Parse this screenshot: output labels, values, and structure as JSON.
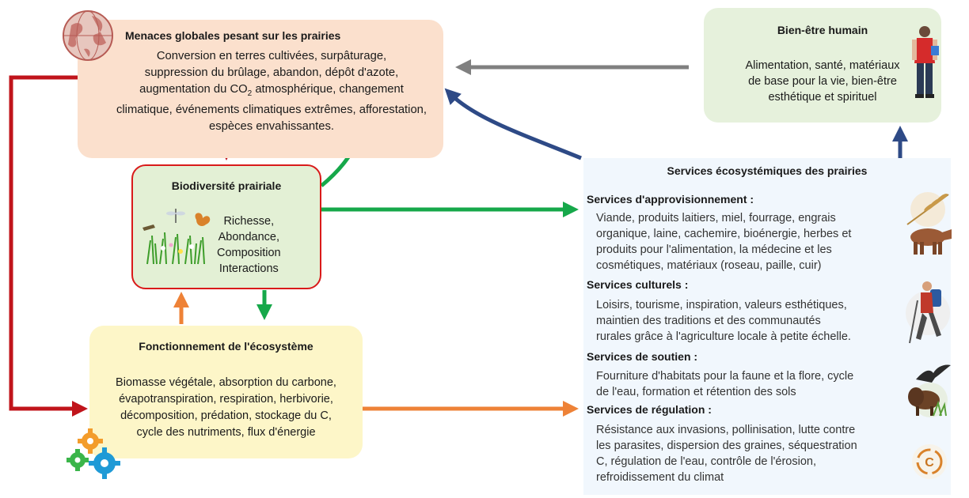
{
  "threats": {
    "title": "Menaces globales pesant sur les prairies",
    "lines": [
      "Conversion en terres cultivées, surpâturage,",
      "suppression du brûlage, abandon, dépôt d'azote,",
      "augmentation du CO",
      "2",
      " atmosphérique, changement",
      "climatique, événements climatiques extrêmes, afforestation,",
      "espèces envahissantes."
    ]
  },
  "wellbeing": {
    "title": "Bien-être humain",
    "lines": [
      "Alimentation, santé, matériaux",
      "de base pour la vie, bien-être",
      "esthétique et spirituel"
    ]
  },
  "biodiversity": {
    "title": "Biodiversité prairiale",
    "metrics": [
      "Richesse,",
      "Abondance,",
      "Composition",
      "Interactions"
    ]
  },
  "ecosystem_functioning": {
    "title": "Fonctionnement de l'écosystème",
    "lines": [
      "Biomasse végétale, absorption du carbone,",
      "évapotranspiration, respiration, herbivorie,",
      "décomposition, prédation, stockage du C,",
      "cycle des nutriments, flux d'énergie"
    ]
  },
  "services": {
    "title": "Services écosystémiques des prairies",
    "categories": [
      {
        "label": "Services d'approvisionnement :",
        "lines": [
          "Viande, produits laitiers, miel, fourrage, engrais",
          "organique, laine, cachemire, bioénergie, herbes et",
          "produits pour l'alimentation, la médecine et les",
          "cosmétiques, matériaux (roseau, paille, cuir)"
        ]
      },
      {
        "label": "Services culturels :",
        "lines": [
          "Loisirs, tourisme, inspiration, valeurs esthétiques,",
          "maintien des traditions et des communautés",
          "rurales grâce à l'agriculture locale à petite échelle."
        ]
      },
      {
        "label": "Services de soutien :",
        "lines": [
          "Fourniture d'habitats pour la faune et la flore, cycle",
          "de l'eau, formation et rétention des sols"
        ]
      },
      {
        "label": "Services de régulation :",
        "lines": [
          "Résistance aux invasions, pollinisation, lutte contre",
          "les parasites, dispersion des graines, séquestration",
          "C, régulation de l'eau, contrôle de l'érosion,",
          "refroidissement du climat"
        ]
      }
    ]
  },
  "icons": [
    "globe-icon",
    "person-icon",
    "grassland-insects-icon",
    "gears-icon",
    "wheat-icon",
    "cow-icon",
    "hiker-icon",
    "eagle-icon",
    "bison-icon",
    "cycle-icon"
  ],
  "colors": {
    "red_arrow": "#c0141b",
    "green_arrow": "#16a84a",
    "blue_arrow": "#2e4a86",
    "grey_arrow": "#808080",
    "orange_arrow": "#ee8237"
  }
}
